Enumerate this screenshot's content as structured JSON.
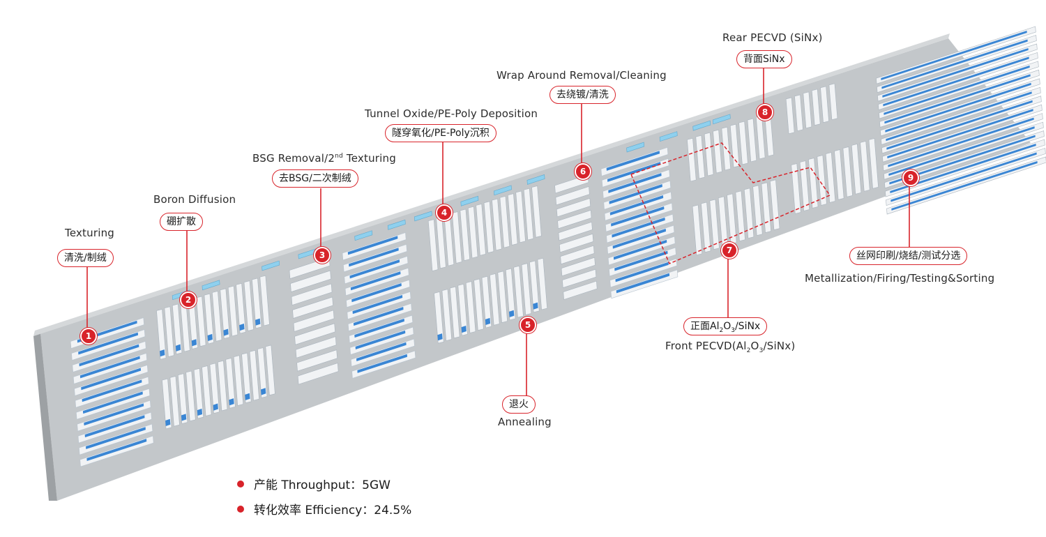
{
  "colors": {
    "accent": "#d8232a",
    "floor": "#b9bdc0",
    "floor_edge": "#8f9396",
    "machine": "#f1f3f5",
    "module": "#3a86d4",
    "lid": "#8fd0ee"
  },
  "steps": [
    {
      "num": "1",
      "en": "Texturing",
      "cn": "清洗/制绒"
    },
    {
      "num": "2",
      "en": "Boron Diffusion",
      "cn": "硼扩散"
    },
    {
      "num": "3",
      "en": "BSG Removal/2",
      "en_sup": "nd",
      "en_tail": " Texturing",
      "cn": "去BSG/二次制绒"
    },
    {
      "num": "4",
      "en": "Tunnel Oxide/PE-Poly Deposition",
      "cn": "隧穿氧化/PE-Poly沉积"
    },
    {
      "num": "5",
      "en": "Annealing",
      "cn": "退火"
    },
    {
      "num": "6",
      "en": "Wrap Around Removal/Cleaning",
      "cn": "去绕镀/清洗"
    },
    {
      "num": "7",
      "en_parts": [
        "Front PECVD(Al",
        "2",
        "O",
        "3",
        "/SiNx)"
      ],
      "cn_parts": [
        "正面Al",
        "2",
        "O",
        "3",
        "/SiNx"
      ]
    },
    {
      "num": "8",
      "en": "Rear PECVD (SiNx)",
      "cn": "背面SiNx"
    },
    {
      "num": "9",
      "en": "Metallization/Firing/Testing&Sorting",
      "cn": "丝网印刷/烧结/测试分选"
    }
  ],
  "stats": [
    {
      "label": "产能 Throughput",
      "sep": "：",
      "value": "5GW"
    },
    {
      "label": "转化效率 Efficiency",
      "sep": "：",
      "value": "24.5%"
    }
  ]
}
